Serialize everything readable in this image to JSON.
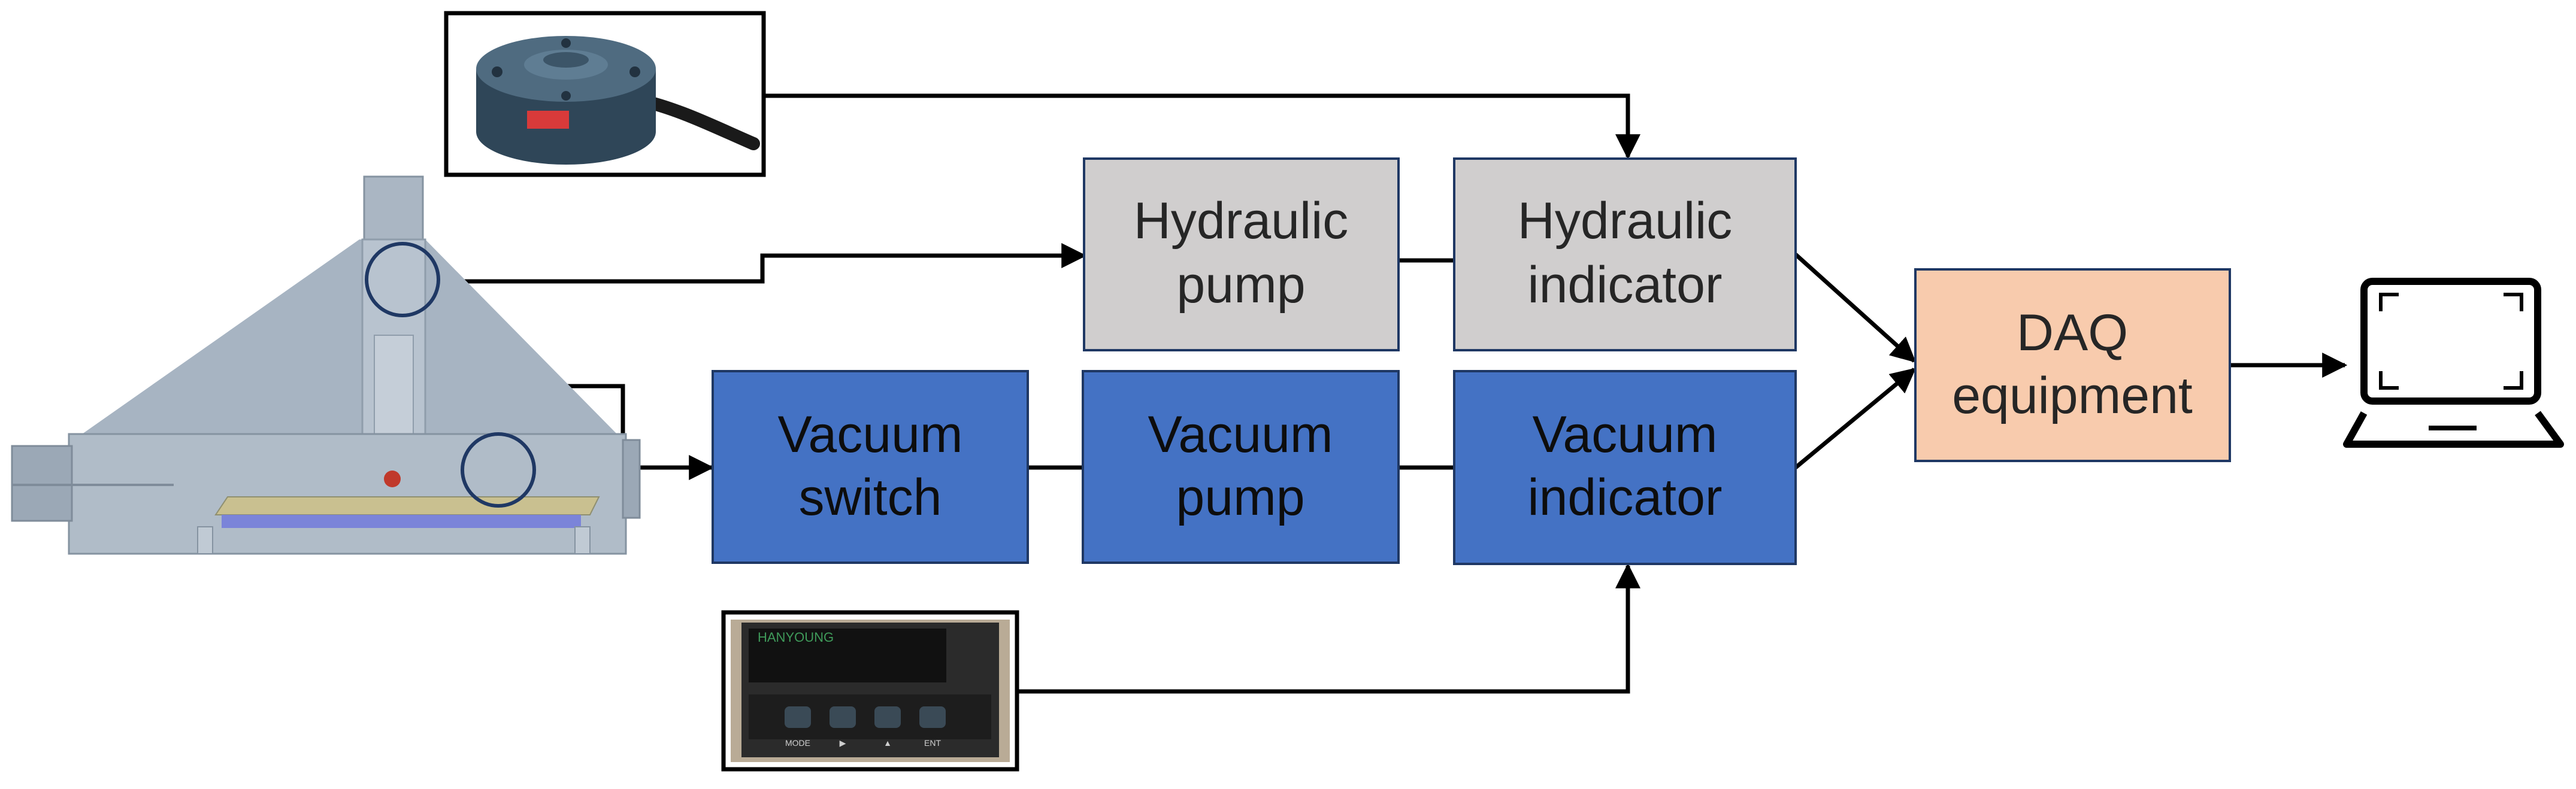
{
  "colors": {
    "gray_box": "#d0cece",
    "blue_box": "#4472c4",
    "daq_box": "#f8cbad",
    "box_border": "#1f3864",
    "line": "#000000",
    "machine_body": "#a9b6c4",
    "vacuum_pad": "#7b84d9"
  },
  "blocks": {
    "hydraulic_pump": {
      "line1": "Hydraulic",
      "line2": "pump"
    },
    "hydraulic_indicator": {
      "line1": "Hydraulic",
      "line2": "indicator"
    },
    "vacuum_switch": {
      "line1": "Vacuum",
      "line2": "switch"
    },
    "vacuum_pump": {
      "line1": "Vacuum",
      "line2": "pump"
    },
    "vacuum_indicator": {
      "line1": "Vacuum",
      "line2": "indicator"
    },
    "daq_equipment": {
      "line1": "DAQ",
      "line2": "equipment"
    }
  },
  "meter_buttons": [
    "MODE",
    "▶",
    "▲",
    "ENT"
  ],
  "icons": {
    "load_cell": "load-cell-icon",
    "machine": "test-machine-icon",
    "digital_meter": "digital-meter-icon",
    "laptop": "laptop-icon"
  }
}
